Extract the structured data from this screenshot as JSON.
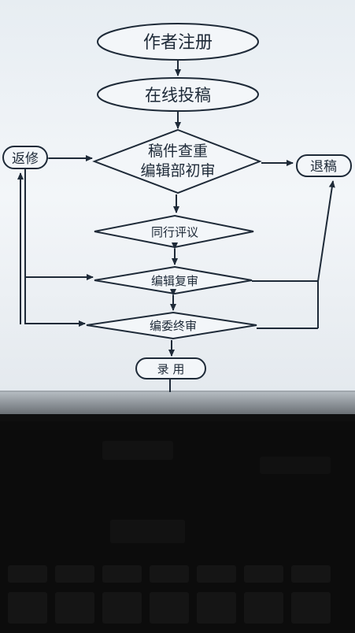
{
  "flowchart": {
    "steps": {
      "register": "作者注册",
      "submit": "在线投稿",
      "initial_review_line1": "稿件查重",
      "initial_review_line2": "编辑部初审",
      "peer_review": "同行评议",
      "re_review": "编辑复审",
      "final_review": "编委终审",
      "accept": "录 用",
      "revise": "返修",
      "reject": "退稿"
    }
  },
  "colors": {
    "paper": "#eef3f7",
    "ink": "#1e2a38",
    "screen_edge": "#c9cfd5",
    "laptop_body": "#0f0f0f"
  }
}
